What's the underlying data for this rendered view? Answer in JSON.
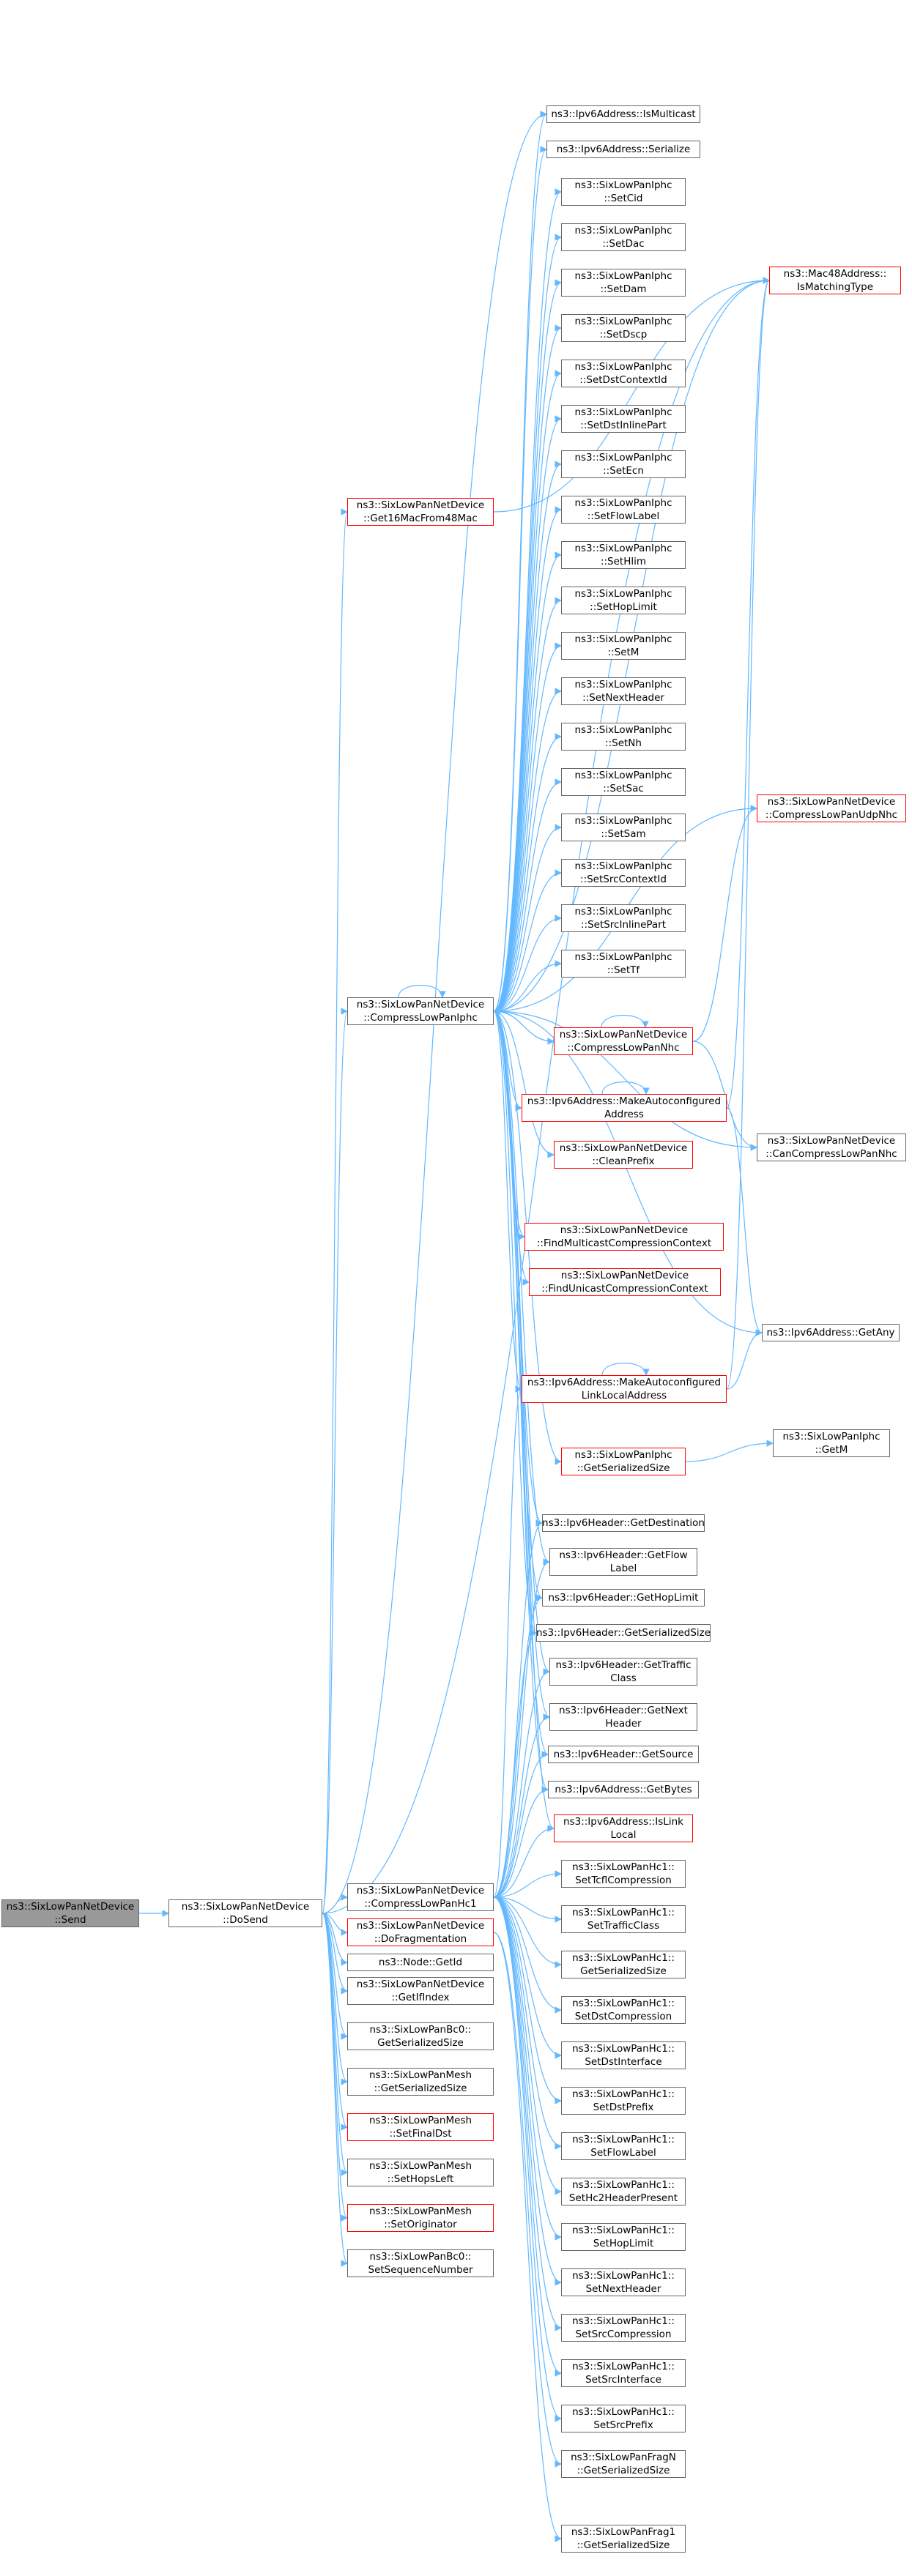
{
  "colors": {
    "edge": "#63b8ff",
    "box_border": "#666666",
    "highlight_border": "#ff0000",
    "root_fill": "#999999"
  },
  "nodes": [
    {
      "id": "send",
      "kind": "root",
      "lines": [
        "ns3::SixLowPanNetDevice",
        "::Send"
      ]
    },
    {
      "id": "dosend",
      "kind": "normal",
      "lines": [
        "ns3::SixLowPanNetDevice",
        "::DoSend"
      ]
    },
    {
      "id": "get16",
      "kind": "red",
      "lines": [
        "ns3::SixLowPanNetDevice",
        "::Get16MacFrom48Mac"
      ]
    },
    {
      "id": "compiphc",
      "kind": "normal",
      "lines": [
        "ns3::SixLowPanNetDevice",
        "::CompressLowPanIphc"
      ]
    },
    {
      "id": "comphc1",
      "kind": "normal",
      "lines": [
        "ns3::SixLowPanNetDevice",
        "::CompressLowPanHc1"
      ]
    },
    {
      "id": "dofrag",
      "kind": "red",
      "lines": [
        "ns3::SixLowPanNetDevice",
        "::DoFragmentation"
      ]
    },
    {
      "id": "getid",
      "kind": "normal",
      "lines": [
        "ns3::Node::GetId"
      ]
    },
    {
      "id": "getifindex",
      "kind": "normal",
      "lines": [
        "ns3::SixLowPanNetDevice",
        "::GetIfIndex"
      ]
    },
    {
      "id": "bc0size",
      "kind": "normal",
      "lines": [
        "ns3::SixLowPanBc0::",
        "GetSerializedSize"
      ]
    },
    {
      "id": "meshsize",
      "kind": "normal",
      "lines": [
        "ns3::SixLowPanMesh",
        "::GetSerializedSize"
      ]
    },
    {
      "id": "meshfinal",
      "kind": "red",
      "lines": [
        "ns3::SixLowPanMesh",
        "::SetFinalDst"
      ]
    },
    {
      "id": "meshhops",
      "kind": "normal",
      "lines": [
        "ns3::SixLowPanMesh",
        "::SetHopsLeft"
      ]
    },
    {
      "id": "meshorig",
      "kind": "red",
      "lines": [
        "ns3::SixLowPanMesh",
        "::SetOriginator"
      ]
    },
    {
      "id": "bc0seq",
      "kind": "normal",
      "lines": [
        "ns3::SixLowPanBc0::",
        "SetSequenceNumber"
      ]
    },
    {
      "id": "ismulticast",
      "kind": "normal",
      "lines": [
        "ns3::Ipv6Address::IsMulticast"
      ]
    },
    {
      "id": "serialize",
      "kind": "normal",
      "lines": [
        "ns3::Ipv6Address::Serialize"
      ]
    },
    {
      "id": "setcid",
      "kind": "normal",
      "lines": [
        "ns3::SixLowPanIphc",
        "::SetCid"
      ]
    },
    {
      "id": "setdac",
      "kind": "normal",
      "lines": [
        "ns3::SixLowPanIphc",
        "::SetDac"
      ]
    },
    {
      "id": "setdam",
      "kind": "normal",
      "lines": [
        "ns3::SixLowPanIphc",
        "::SetDam"
      ]
    },
    {
      "id": "setdscp",
      "kind": "normal",
      "lines": [
        "ns3::SixLowPanIphc",
        "::SetDscp"
      ]
    },
    {
      "id": "setdstctx",
      "kind": "normal",
      "lines": [
        "ns3::SixLowPanIphc",
        "::SetDstContextId"
      ]
    },
    {
      "id": "setdstinline",
      "kind": "normal",
      "lines": [
        "ns3::SixLowPanIphc",
        "::SetDstInlinePart"
      ]
    },
    {
      "id": "setecn",
      "kind": "normal",
      "lines": [
        "ns3::SixLowPanIphc",
        "::SetEcn"
      ]
    },
    {
      "id": "setflowlabel_i",
      "kind": "normal",
      "lines": [
        "ns3::SixLowPanIphc",
        "::SetFlowLabel"
      ]
    },
    {
      "id": "sethlim",
      "kind": "normal",
      "lines": [
        "ns3::SixLowPanIphc",
        "::SetHlim"
      ]
    },
    {
      "id": "sethoplimit_i",
      "kind": "normal",
      "lines": [
        "ns3::SixLowPanIphc",
        "::SetHopLimit"
      ]
    },
    {
      "id": "setm",
      "kind": "normal",
      "lines": [
        "ns3::SixLowPanIphc",
        "::SetM"
      ]
    },
    {
      "id": "setnextheader_i",
      "kind": "normal",
      "lines": [
        "ns3::SixLowPanIphc",
        "::SetNextHeader"
      ]
    },
    {
      "id": "setnh",
      "kind": "normal",
      "lines": [
        "ns3::SixLowPanIphc",
        "::SetNh"
      ]
    },
    {
      "id": "setsac",
      "kind": "normal",
      "lines": [
        "ns3::SixLowPanIphc",
        "::SetSac"
      ]
    },
    {
      "id": "setsam",
      "kind": "normal",
      "lines": [
        "ns3::SixLowPanIphc",
        "::SetSam"
      ]
    },
    {
      "id": "setsrcctx",
      "kind": "normal",
      "lines": [
        "ns3::SixLowPanIphc",
        "::SetSrcContextId"
      ]
    },
    {
      "id": "setsrcinline",
      "kind": "normal",
      "lines": [
        "ns3::SixLowPanIphc",
        "::SetSrcInlinePart"
      ]
    },
    {
      "id": "settf",
      "kind": "normal",
      "lines": [
        "ns3::SixLowPanIphc",
        "::SetTf"
      ]
    },
    {
      "id": "compnhc",
      "kind": "red",
      "lines": [
        "ns3::SixLowPanNetDevice",
        "::CompressLowPanNhc"
      ]
    },
    {
      "id": "makeauto",
      "kind": "red",
      "lines": [
        "ns3::Ipv6Address::MakeAutoconfigured",
        "Address"
      ]
    },
    {
      "id": "cleanprefix",
      "kind": "red",
      "lines": [
        "ns3::SixLowPanNetDevice",
        "::CleanPrefix"
      ]
    },
    {
      "id": "findmulti",
      "kind": "red",
      "lines": [
        "ns3::SixLowPanNetDevice",
        "::FindMulticastCompressionContext"
      ]
    },
    {
      "id": "finduni",
      "kind": "red",
      "lines": [
        "ns3::SixLowPanNetDevice",
        "::FindUnicastCompressionContext"
      ]
    },
    {
      "id": "makeautolink",
      "kind": "red",
      "lines": [
        "ns3::Ipv6Address::MakeAutoconfigured",
        "LinkLocalAddress"
      ]
    },
    {
      "id": "iphcsize",
      "kind": "red",
      "lines": [
        "ns3::SixLowPanIphc",
        "::GetSerializedSize"
      ]
    },
    {
      "id": "getdest",
      "kind": "normal",
      "lines": [
        "ns3::Ipv6Header::GetDestination"
      ]
    },
    {
      "id": "getflowlabel",
      "kind": "normal",
      "lines": [
        "ns3::Ipv6Header::GetFlow",
        "Label"
      ]
    },
    {
      "id": "gethoplimit",
      "kind": "normal",
      "lines": [
        "ns3::Ipv6Header::GetHopLimit"
      ]
    },
    {
      "id": "ipv6size",
      "kind": "normal",
      "lines": [
        "ns3::Ipv6Header::GetSerializedSize"
      ]
    },
    {
      "id": "gettraffic",
      "kind": "normal",
      "lines": [
        "ns3::Ipv6Header::GetTraffic",
        "Class"
      ]
    },
    {
      "id": "getnextheader",
      "kind": "normal",
      "lines": [
        "ns3::Ipv6Header::GetNext",
        "Header"
      ]
    },
    {
      "id": "getsource",
      "kind": "normal",
      "lines": [
        "ns3::Ipv6Header::GetSource"
      ]
    },
    {
      "id": "getbytes",
      "kind": "normal",
      "lines": [
        "ns3::Ipv6Address::GetBytes"
      ]
    },
    {
      "id": "islinklocal",
      "kind": "red",
      "lines": [
        "ns3::Ipv6Address::IsLink",
        "Local"
      ]
    },
    {
      "id": "hc1tcfl",
      "kind": "normal",
      "lines": [
        "ns3::SixLowPanHc1::",
        "SetTcflCompression"
      ]
    },
    {
      "id": "hc1traffic",
      "kind": "normal",
      "lines": [
        "ns3::SixLowPanHc1::",
        "SetTrafficClass"
      ]
    },
    {
      "id": "hc1size",
      "kind": "normal",
      "lines": [
        "ns3::SixLowPanHc1::",
        "GetSerializedSize"
      ]
    },
    {
      "id": "hc1dstcomp",
      "kind": "normal",
      "lines": [
        "ns3::SixLowPanHc1::",
        "SetDstCompression"
      ]
    },
    {
      "id": "hc1dstif",
      "kind": "normal",
      "lines": [
        "ns3::SixLowPanHc1::",
        "SetDstInterface"
      ]
    },
    {
      "id": "hc1dstprefix",
      "kind": "normal",
      "lines": [
        "ns3::SixLowPanHc1::",
        "SetDstPrefix"
      ]
    },
    {
      "id": "hc1flow",
      "kind": "normal",
      "lines": [
        "ns3::SixLowPanHc1::",
        "SetFlowLabel"
      ]
    },
    {
      "id": "hc1hc2",
      "kind": "normal",
      "lines": [
        "ns3::SixLowPanHc1::",
        "SetHc2HeaderPresent"
      ]
    },
    {
      "id": "hc1hop",
      "kind": "normal",
      "lines": [
        "ns3::SixLowPanHc1::",
        "SetHopLimit"
      ]
    },
    {
      "id": "hc1next",
      "kind": "normal",
      "lines": [
        "ns3::SixLowPanHc1::",
        "SetNextHeader"
      ]
    },
    {
      "id": "hc1srccomp",
      "kind": "normal",
      "lines": [
        "ns3::SixLowPanHc1::",
        "SetSrcCompression"
      ]
    },
    {
      "id": "hc1srcif",
      "kind": "normal",
      "lines": [
        "ns3::SixLowPanHc1::",
        "SetSrcInterface"
      ]
    },
    {
      "id": "hc1srcprefix",
      "kind": "normal",
      "lines": [
        "ns3::SixLowPanHc1::",
        "SetSrcPrefix"
      ]
    },
    {
      "id": "fragn",
      "kind": "normal",
      "lines": [
        "ns3::SixLowPanFragN",
        "::GetSerializedSize"
      ]
    },
    {
      "id": "frag1",
      "kind": "normal",
      "lines": [
        "ns3::SixLowPanFrag1",
        "::GetSerializedSize"
      ]
    },
    {
      "id": "ismatching",
      "kind": "red",
      "lines": [
        "ns3::Mac48Address::",
        "IsMatchingType"
      ]
    },
    {
      "id": "compudp",
      "kind": "red",
      "lines": [
        "ns3::SixLowPanNetDevice",
        "::CompressLowPanUdpNhc"
      ]
    },
    {
      "id": "cancomp",
      "kind": "normal",
      "lines": [
        "ns3::SixLowPanNetDevice",
        "::CanCompressLowPanNhc"
      ]
    },
    {
      "id": "getany",
      "kind": "normal",
      "lines": [
        "ns3::Ipv6Address::GetAny"
      ]
    },
    {
      "id": "iphcgetm",
      "kind": "normal",
      "lines": [
        "ns3::SixLowPanIphc",
        "::GetM"
      ]
    }
  ],
  "edges": [
    [
      "send",
      "dosend"
    ],
    [
      "dosend",
      "get16"
    ],
    [
      "dosend",
      "compiphc"
    ],
    [
      "dosend",
      "comphc1"
    ],
    [
      "dosend",
      "dofrag"
    ],
    [
      "dosend",
      "getid"
    ],
    [
      "dosend",
      "getifindex"
    ],
    [
      "dosend",
      "bc0size"
    ],
    [
      "dosend",
      "meshsize"
    ],
    [
      "dosend",
      "meshfinal"
    ],
    [
      "dosend",
      "meshhops"
    ],
    [
      "dosend",
      "meshorig"
    ],
    [
      "dosend",
      "bc0seq"
    ],
    [
      "dosend",
      "ismatching"
    ],
    [
      "dosend",
      "ismulticast"
    ],
    [
      "get16",
      "ismatching"
    ],
    [
      "compiphc",
      "compiphc"
    ],
    [
      "compiphc",
      "ismulticast"
    ],
    [
      "compiphc",
      "serialize"
    ],
    [
      "compiphc",
      "setcid"
    ],
    [
      "compiphc",
      "setdac"
    ],
    [
      "compiphc",
      "setdam"
    ],
    [
      "compiphc",
      "setdscp"
    ],
    [
      "compiphc",
      "setdstctx"
    ],
    [
      "compiphc",
      "setdstinline"
    ],
    [
      "compiphc",
      "setecn"
    ],
    [
      "compiphc",
      "setflowlabel_i"
    ],
    [
      "compiphc",
      "sethlim"
    ],
    [
      "compiphc",
      "sethoplimit_i"
    ],
    [
      "compiphc",
      "setm"
    ],
    [
      "compiphc",
      "setnextheader_i"
    ],
    [
      "compiphc",
      "setnh"
    ],
    [
      "compiphc",
      "setsac"
    ],
    [
      "compiphc",
      "setsam"
    ],
    [
      "compiphc",
      "setsrcctx"
    ],
    [
      "compiphc",
      "setsrcinline"
    ],
    [
      "compiphc",
      "settf"
    ],
    [
      "compiphc",
      "compnhc"
    ],
    [
      "compiphc",
      "makeauto"
    ],
    [
      "compiphc",
      "cleanprefix"
    ],
    [
      "compiphc",
      "findmulti"
    ],
    [
      "compiphc",
      "finduni"
    ],
    [
      "compiphc",
      "makeautolink"
    ],
    [
      "compiphc",
      "iphcsize"
    ],
    [
      "compiphc",
      "cancomp"
    ],
    [
      "compiphc",
      "getany"
    ],
    [
      "compiphc",
      "ismatching"
    ],
    [
      "compiphc",
      "compudp"
    ],
    [
      "compiphc",
      "getdest"
    ],
    [
      "compiphc",
      "getflowlabel"
    ],
    [
      "compiphc",
      "gethoplimit"
    ],
    [
      "compiphc",
      "ipv6size"
    ],
    [
      "compiphc",
      "gettraffic"
    ],
    [
      "compiphc",
      "getnextheader"
    ],
    [
      "compiphc",
      "getsource"
    ],
    [
      "compiphc",
      "getbytes"
    ],
    [
      "compiphc",
      "islinklocal"
    ],
    [
      "compnhc",
      "compnhc"
    ],
    [
      "compnhc",
      "compiphc"
    ],
    [
      "compnhc",
      "compudp"
    ],
    [
      "compnhc",
      "cancomp"
    ],
    [
      "makeauto",
      "makeauto"
    ],
    [
      "makeauto",
      "ismatching"
    ],
    [
      "makeauto",
      "getany"
    ],
    [
      "makeautolink",
      "makeautolink"
    ],
    [
      "makeautolink",
      "ismatching"
    ],
    [
      "makeautolink",
      "getany"
    ],
    [
      "iphcsize",
      "iphcgetm"
    ],
    [
      "comphc1",
      "getdest"
    ],
    [
      "comphc1",
      "getflowlabel"
    ],
    [
      "comphc1",
      "gethoplimit"
    ],
    [
      "comphc1",
      "ipv6size"
    ],
    [
      "comphc1",
      "gettraffic"
    ],
    [
      "comphc1",
      "getnextheader"
    ],
    [
      "comphc1",
      "getsource"
    ],
    [
      "comphc1",
      "getbytes"
    ],
    [
      "comphc1",
      "islinklocal"
    ],
    [
      "comphc1",
      "makeautolink"
    ],
    [
      "comphc1",
      "hc1tcfl"
    ],
    [
      "comphc1",
      "hc1traffic"
    ],
    [
      "comphc1",
      "hc1size"
    ],
    [
      "comphc1",
      "hc1dstcomp"
    ],
    [
      "comphc1",
      "hc1dstif"
    ],
    [
      "comphc1",
      "hc1dstprefix"
    ],
    [
      "comphc1",
      "hc1flow"
    ],
    [
      "comphc1",
      "hc1hc2"
    ],
    [
      "comphc1",
      "hc1hop"
    ],
    [
      "comphc1",
      "hc1next"
    ],
    [
      "comphc1",
      "hc1srccomp"
    ],
    [
      "comphc1",
      "hc1srcif"
    ],
    [
      "comphc1",
      "hc1srcprefix"
    ],
    [
      "dofrag",
      "fragn"
    ],
    [
      "dofrag",
      "frag1"
    ]
  ]
}
